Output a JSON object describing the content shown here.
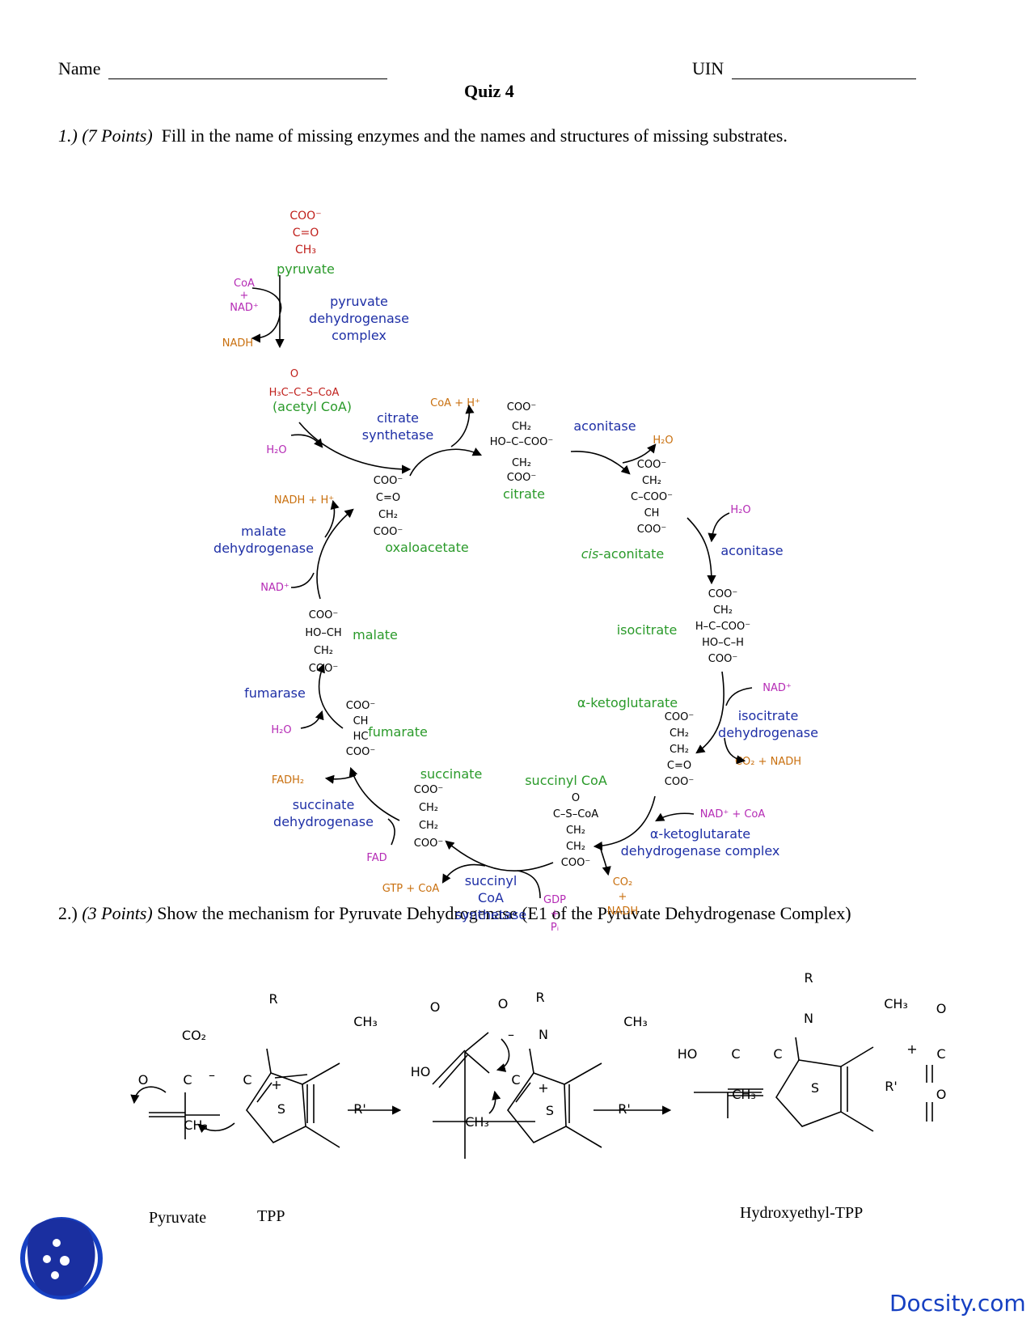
{
  "header": {
    "name_label": "Name",
    "uin_label": "UIN",
    "title": "Quiz 4"
  },
  "question1": {
    "number": "1.)",
    "points": "(7 Points)",
    "text": "Fill in the name of missing enzymes and the names and structures of missing substrates."
  },
  "cycle": {
    "pyruvate": {
      "struct": [
        "COO⁻",
        "C=O",
        "CH₃"
      ],
      "name": "pyruvate"
    },
    "pdh": {
      "cofactor_in": [
        "CoA",
        "+",
        "NAD⁺"
      ],
      "cofactor_out": "NADH",
      "enzyme": [
        "pyruvate",
        "dehydrogenase",
        "complex"
      ]
    },
    "acetyl_coa": {
      "struct": [
        "O",
        "H₃C–C–S–CoA"
      ],
      "name": "(acetyl CoA)"
    },
    "citrate_synthetase": {
      "enzyme": [
        "citrate",
        "synthetase"
      ],
      "in": "H₂O",
      "out": "CoA + H⁺"
    },
    "citrate": {
      "struct": [
        "COO⁻",
        "CH₂",
        "HO–C–COO⁻",
        "CH₂",
        "COO⁻"
      ],
      "name": "citrate"
    },
    "aconitase1": {
      "enzyme": "aconitase",
      "out": "H₂O"
    },
    "cis_aconitate": {
      "struct": [
        "COO⁻",
        "CH₂",
        "C–COO⁻",
        "CH",
        "COO⁻"
      ],
      "name_prefix": "cis",
      "name_suffix": "-aconitate"
    },
    "aconitase2": {
      "enzyme": "aconitase",
      "in": "H₂O"
    },
    "isocitrate": {
      "struct": [
        "COO⁻",
        "CH₂",
        "H–C–COO⁻",
        "HO–C–H",
        "COO⁻"
      ],
      "name": "isocitrate"
    },
    "idh": {
      "in": "NAD⁺",
      "enzyme": [
        "isocitrate",
        "dehydrogenase"
      ],
      "out": "CO₂ + NADH"
    },
    "akg": {
      "struct": [
        "COO⁻",
        "CH₂",
        "CH₂",
        "C=O",
        "COO⁻"
      ],
      "name": "α-ketoglutarate"
    },
    "akgdh": {
      "in": "NAD⁺ + CoA",
      "enzyme": [
        "α-ketoglutarate",
        "dehydrogenase complex"
      ],
      "out": [
        "CO₂",
        "+",
        "NADH"
      ]
    },
    "succinyl_coa": {
      "struct": [
        "O",
        "C–S–CoA",
        "CH₂",
        "CH₂",
        "COO⁻"
      ],
      "name": "succinyl CoA"
    },
    "scs": {
      "enzyme": [
        "succinyl",
        "CoA",
        "synthetase"
      ],
      "in": [
        "GDP",
        "+",
        "Pᵢ"
      ],
      "out": "GTP + CoA"
    },
    "succinate": {
      "struct": [
        "COO⁻",
        "CH₂",
        "CH₂",
        "COO⁻"
      ],
      "name": "succinate"
    },
    "sdh": {
      "enzyme": [
        "succinate",
        "dehydrogenase"
      ],
      "in": "FAD",
      "out": "FADH₂"
    },
    "fumarate": {
      "struct": [
        "COO⁻",
        "CH",
        "HC",
        "COO⁻"
      ],
      "name": "fumarate"
    },
    "fumarase": {
      "enzyme": "fumarase",
      "in": "H₂O"
    },
    "malate": {
      "struct": [
        "COO⁻",
        "HO–CH",
        "CH₂",
        "COO⁻"
      ],
      "name": "malate"
    },
    "mdh": {
      "enzyme": [
        "malate",
        "dehydrogenase"
      ],
      "in": "NAD⁺",
      "out": "NADH + H⁺"
    },
    "oxaloacetate": {
      "struct": [
        "COO⁻",
        "C=O",
        "CH₂",
        "COO⁻"
      ],
      "name": "oxaloacetate"
    }
  },
  "question2": {
    "number": "2.)",
    "points": "(3 Points)",
    "text": "Show the mechanism for Pyruvate Dehydrogenase (E1 of the Pyruvate Dehydrogenase Complex)"
  },
  "mechanism": {
    "labels": {
      "R1": "R",
      "CO2": "CO₂",
      "CH3a": "CH₃",
      "O1": "O",
      "C1": "C",
      "minus1": "–",
      "C2": "C",
      "CH3b": "CH₃",
      "S1": "S",
      "plus1": "+",
      "R1p": "R'",
      "O2": "O",
      "O3": "O",
      "R2": "R",
      "CH3c": "CH₃",
      "minus2": "–",
      "N2": "N",
      "HO2": "HO",
      "C3": "C",
      "CH3d": "CH₃",
      "S2": "S",
      "plus2": "+",
      "R2p": "R'",
      "R3": "R",
      "N3": "N",
      "CH3e": "CH₃",
      "O4": "O",
      "plus3": "+",
      "HO3": "HO",
      "C4": "C",
      "C5": "C",
      "C6": "C",
      "S3": "S",
      "R3p": "R'",
      "CH3f": "CH₃",
      "O5": "O"
    },
    "captions": {
      "pyruvate": "Pyruvate",
      "tpp": "TPP",
      "product": "Hydroxyethyl-TPP"
    }
  },
  "footer": {
    "brand": "Docsity.com"
  },
  "colors": {
    "substrate": "#2a9a2a",
    "enzyme": "#1e2fa6",
    "byproduct": "#c9700f",
    "cofactor": "#b52bb5",
    "pyruvate": "#c0201c",
    "brand": "#1640c2"
  }
}
